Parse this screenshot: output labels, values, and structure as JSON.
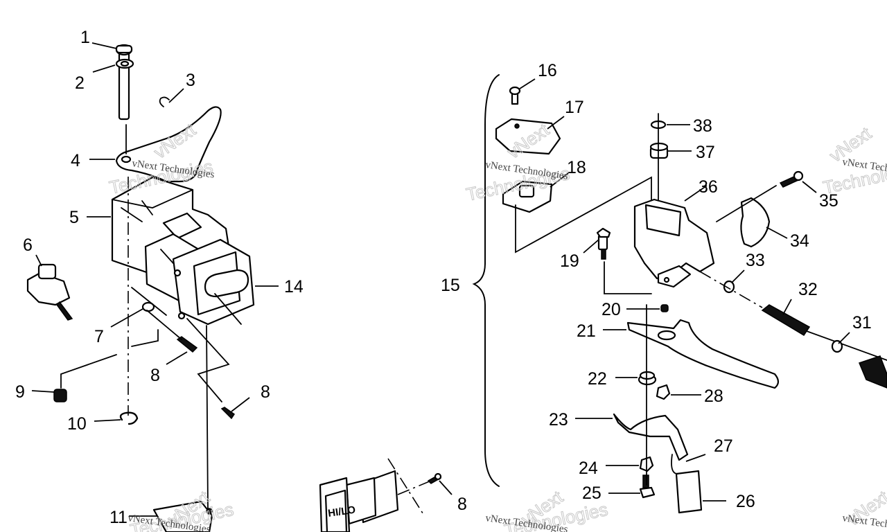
{
  "diagram": {
    "type": "exploded-parts-diagram",
    "subject": "Throttle / brake lever and headlight switch assembly",
    "callouts": [
      {
        "id": "c1",
        "label": "1"
      },
      {
        "id": "c2",
        "label": "2"
      },
      {
        "id": "c3",
        "label": "3"
      },
      {
        "id": "c4",
        "label": "4"
      },
      {
        "id": "c5",
        "label": "5"
      },
      {
        "id": "c6",
        "label": "6"
      },
      {
        "id": "c7",
        "label": "7"
      },
      {
        "id": "c8a",
        "label": "8"
      },
      {
        "id": "c8b",
        "label": "8"
      },
      {
        "id": "c8c",
        "label": "8"
      },
      {
        "id": "c9",
        "label": "9"
      },
      {
        "id": "c10",
        "label": "10"
      },
      {
        "id": "c11",
        "label": "11"
      },
      {
        "id": "c14",
        "label": "14"
      },
      {
        "id": "c15",
        "label": "15"
      },
      {
        "id": "c16",
        "label": "16"
      },
      {
        "id": "c17",
        "label": "17"
      },
      {
        "id": "c18",
        "label": "18"
      },
      {
        "id": "c19",
        "label": "19"
      },
      {
        "id": "c20",
        "label": "20"
      },
      {
        "id": "c21",
        "label": "21"
      },
      {
        "id": "c22",
        "label": "22"
      },
      {
        "id": "c23",
        "label": "23"
      },
      {
        "id": "c24",
        "label": "24"
      },
      {
        "id": "c25",
        "label": "25"
      },
      {
        "id": "c26",
        "label": "26"
      },
      {
        "id": "c27",
        "label": "27"
      },
      {
        "id": "c28",
        "label": "28"
      },
      {
        "id": "c31",
        "label": "31"
      },
      {
        "id": "c32",
        "label": "32"
      },
      {
        "id": "c33",
        "label": "33"
      },
      {
        "id": "c34",
        "label": "34"
      },
      {
        "id": "c35",
        "label": "35"
      },
      {
        "id": "c36",
        "label": "36"
      },
      {
        "id": "c37",
        "label": "37"
      },
      {
        "id": "c38",
        "label": "38"
      }
    ],
    "switch_label": "HI/LO"
  },
  "watermark": {
    "line1": "vNext Technologies",
    "outline_a": "vNext",
    "outline_b": "Technologies"
  }
}
